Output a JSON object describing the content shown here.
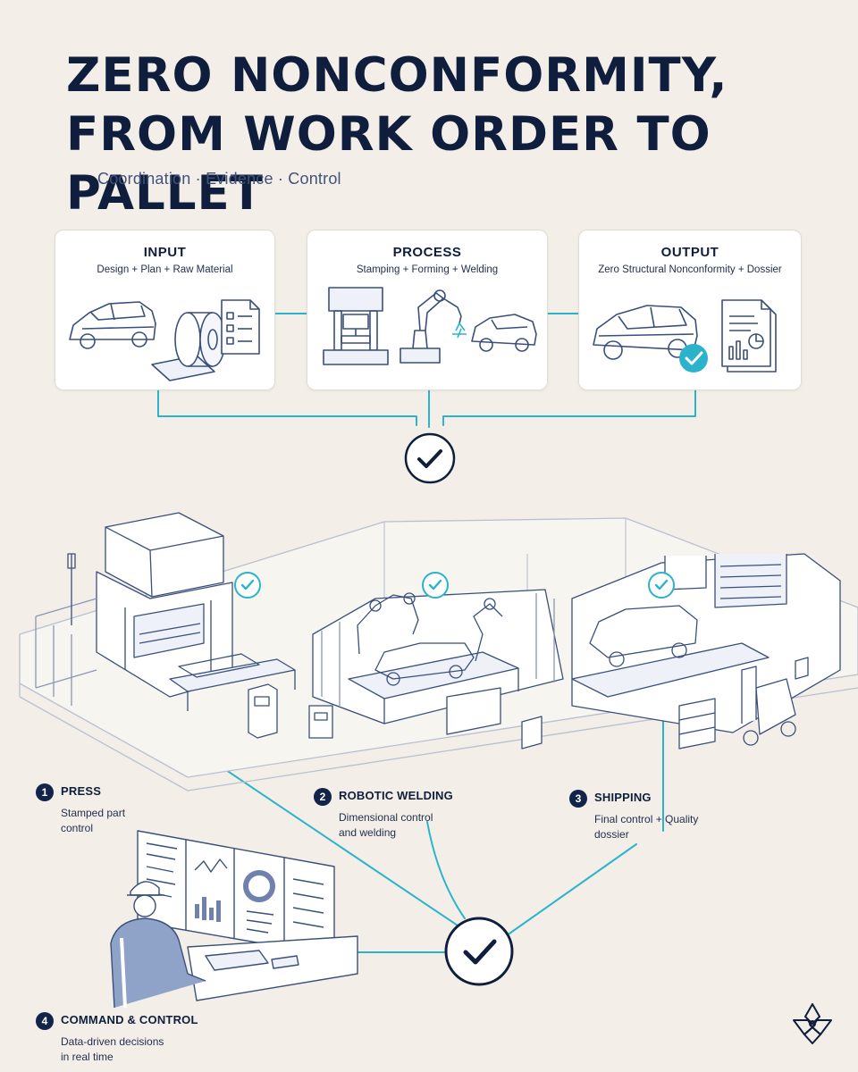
{
  "header": {
    "title_line1": "ZERO NONCONFORMITY,",
    "title_line2": "FROM WORK ORDER TO PALLET",
    "subtitle": "Coordination · Evidence · Control"
  },
  "stages": [
    {
      "title": "INPUT",
      "subtitle": "Design + Plan + Raw Material"
    },
    {
      "title": "PROCESS",
      "subtitle": "Stamping + Forming + Welding"
    },
    {
      "title": "OUTPUT",
      "subtitle": "Zero Structural Nonconformity + Dossier"
    }
  ],
  "stations": [
    {
      "number": "1",
      "title": "PRESS",
      "line1": "Stamped part",
      "line2": "control"
    },
    {
      "number": "2",
      "title": "ROBOTIC WELDING",
      "line1": "Dimensional control",
      "line2": "and welding"
    },
    {
      "number": "3",
      "title": "SHIPPING",
      "line1": "Final control + Quality",
      "line2": "dossier"
    },
    {
      "number": "4",
      "title": "COMMAND & CONTROL",
      "line1": "Data-driven decisions",
      "line2": "in real time"
    }
  ],
  "icons": {
    "checkpoint": "checkmark-circle-icon",
    "logo": "flower-logo-icon",
    "document": "checklist-document-icon",
    "dossier": "report-dossier-icon"
  },
  "colors": {
    "background": "#f3efe8",
    "navy": "#0f1e3c",
    "accent": "#2bb3cc",
    "line_art": "#3a4f7a"
  }
}
